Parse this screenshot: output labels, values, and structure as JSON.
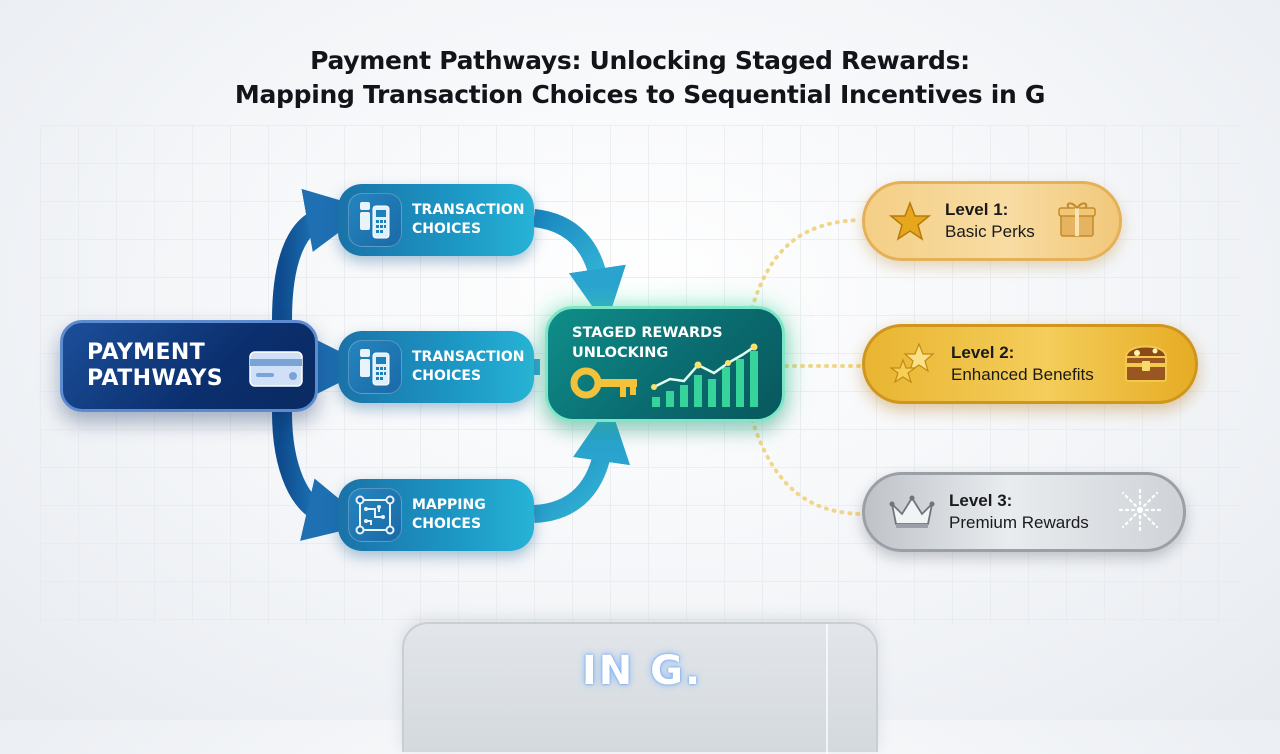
{
  "title": {
    "line1": "Payment Pathways: Unlocking Staged Rewards:",
    "line2": "Mapping Transaction Choices to Sequential Incentives in G"
  },
  "source": {
    "label": "PAYMENT\nPATHWAYS",
    "icon": "credit-card-icon"
  },
  "choices": [
    {
      "label": "TRANSACTION\nCHOICES",
      "icon": "mobile-payment-icon"
    },
    {
      "label": "TRANSACTION\nCHOICES",
      "icon": "mobile-payment-icon"
    },
    {
      "label": "MAPPING\nCHOICES",
      "icon": "circuit-map-icon"
    }
  ],
  "hub": {
    "label": "STAGED REWARDS\nUNLOCKING",
    "icons": [
      "key-icon",
      "growth-chart-icon"
    ]
  },
  "levels": [
    {
      "title": "Level 1:",
      "desc": "Basic Perks",
      "icon": "star-icon",
      "deco": "gift-icon"
    },
    {
      "title": "Level 2:",
      "desc": "Enhanced Benefits",
      "icon": "stars-icon",
      "deco": "treasure-chest-icon"
    },
    {
      "title": "Level 3:",
      "desc": "Premium Rewards",
      "icon": "crown-icon",
      "deco": "sparkle-burst-icon"
    }
  ],
  "footer": {
    "label": "IN G."
  },
  "colors": {
    "navy": "#0b2f6e",
    "teal": "#1c97c4",
    "hub": "#0a6c70",
    "gold": "#e9b532",
    "silver": "#cfd3d7"
  }
}
